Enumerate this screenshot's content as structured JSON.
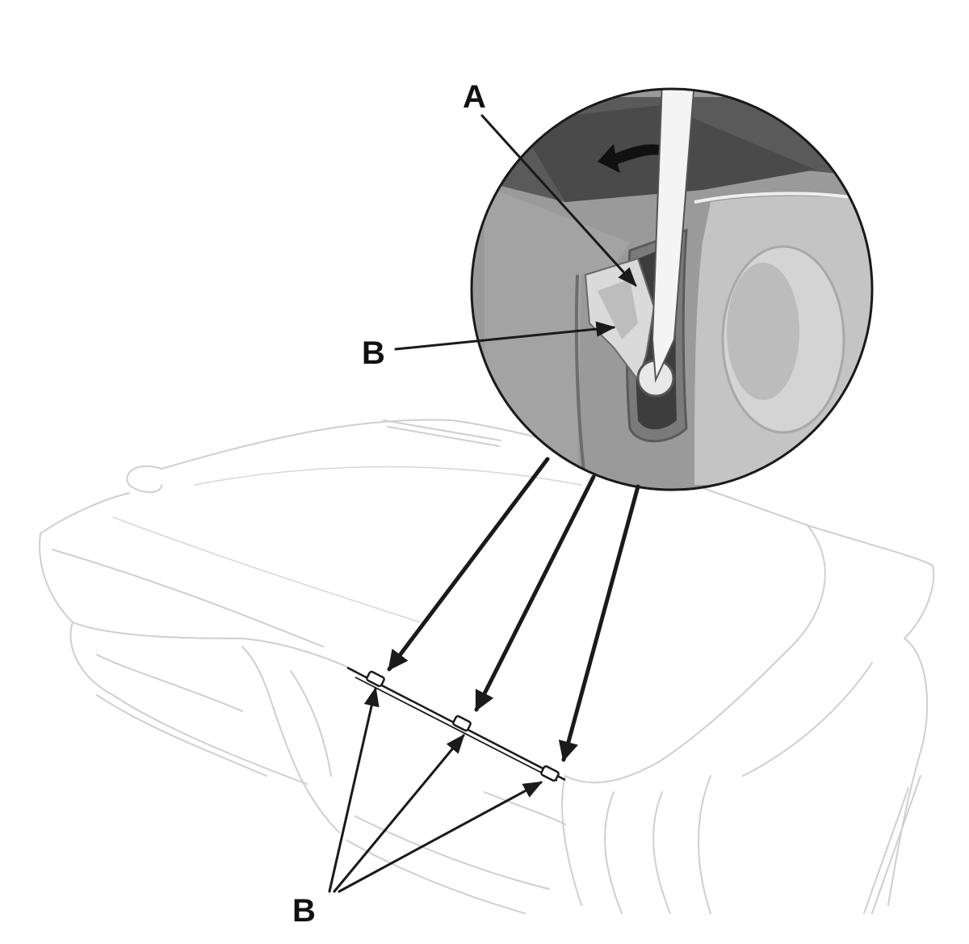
{
  "labels": {
    "tool_tip": "A",
    "clip_detail": "B",
    "clips": "B"
  },
  "colors": {
    "ink": "#1a1a1a",
    "ghost_line": "#cfcfcf",
    "detail_dark": "#555555",
    "detail_mid": "#8f8f8f",
    "detail_light": "#bdbdbd"
  },
  "clip_count": 3
}
